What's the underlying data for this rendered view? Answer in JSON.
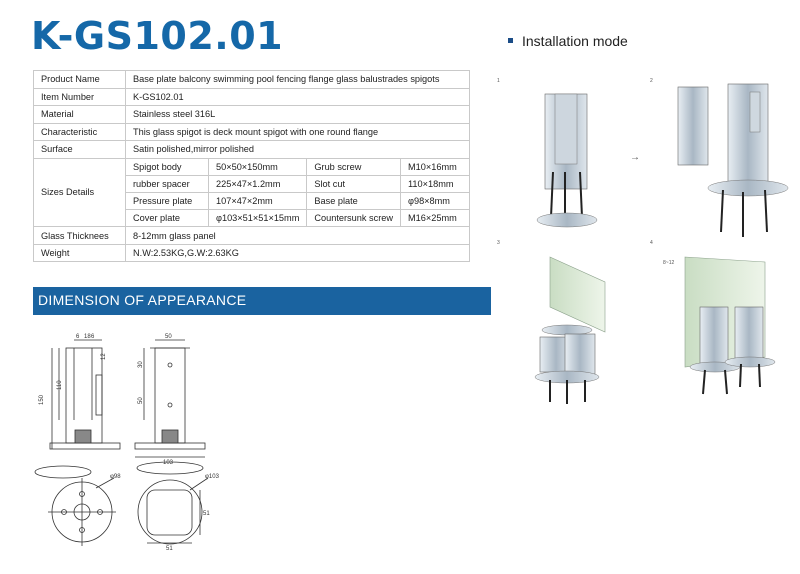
{
  "title": "K-GS102.01",
  "installation_heading": "Installation mode",
  "spec": {
    "product_name": {
      "label": "Product Name",
      "value": "Base plate balcony swimming pool fencing flange glass balustrades spigots"
    },
    "item_number": {
      "label": "Item Number",
      "value": "K-GS102.01"
    },
    "material": {
      "label": "Material",
      "value": "Stainless steel 316L"
    },
    "characteristic": {
      "label": "Characteristic",
      "value": "This glass spigot is deck mount spigot with one round flange"
    },
    "surface": {
      "label": "Surface",
      "value": "Satin polished,mirror polished"
    },
    "sizes_label": "Sizes Details",
    "sizes": [
      {
        "k1": "Spigot body",
        "v1": "50×50×150mm",
        "k2": "Grub screw",
        "v2": "M10×16mm"
      },
      {
        "k1": "rubber spacer",
        "v1": "225×47×1.2mm",
        "k2": "Slot cut",
        "v2": "110×18mm"
      },
      {
        "k1": "Pressure plate",
        "v1": "107×47×2mm",
        "k2": "Base plate",
        "v2": "φ98×8mm"
      },
      {
        "k1": "Cover plate",
        "v1": "φ103×51×51×15mm",
        "k2": "Countersunk screw",
        "v2": "M16×25mm"
      }
    ],
    "glass_thickness": {
      "label": "Glass Thicknees",
      "value": "8-12mm glass panel"
    },
    "weight": {
      "label": "Weight",
      "value": "N.W:2.53KG,G.W:2.63KG"
    }
  },
  "dimension_heading": "DIMENSION OF APPEARANCE",
  "dimension_labels": {
    "d150": "150",
    "d110": "110",
    "d6": "6",
    "d18": "18",
    "d6b": "6",
    "d12": "12",
    "d50": "50",
    "d30": "30",
    "d50b": "50",
    "d103": "103",
    "d98": "φ98",
    "d103b": "φ103",
    "d51a": "51",
    "d51b": "51"
  },
  "install_steps": [
    "1",
    "2",
    "3",
    "4"
  ],
  "install_label": "8~12"
}
